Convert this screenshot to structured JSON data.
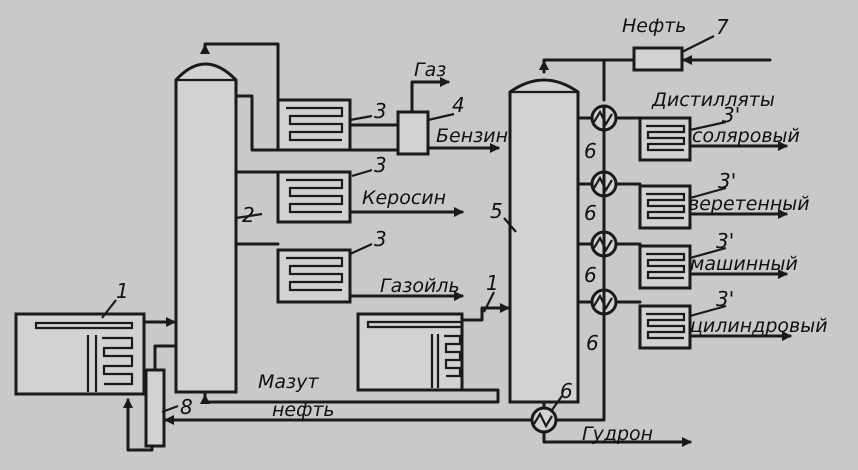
{
  "labels": {
    "num_1a": "1",
    "num_1b": "1",
    "num_2": "2",
    "num_3a": "3",
    "num_3b": "3",
    "num_3c": "3",
    "num_3p_a": "3'",
    "num_3p_b": "3'",
    "num_3p_c": "3'",
    "num_3p_d": "3'",
    "num_4": "4",
    "num_5": "5",
    "num_6a": "6",
    "num_6b": "6",
    "num_6c": "6",
    "num_6d": "6",
    "num_6e": "6",
    "num_7": "7",
    "num_8": "8"
  },
  "streams": {
    "gas": "Газ",
    "benzin": "Бензин",
    "kerosin": "Керосин",
    "gazoil": "Газойль",
    "mazut": "Мазут",
    "neft_bottom": "нефть",
    "neft_top": "Нефть",
    "gudron": "Гудрон",
    "distillates": "Дистилляты",
    "solar": "соляровый",
    "spindle": "веретенный",
    "machine": "машинный",
    "cylinder": "цилиндровый"
  }
}
